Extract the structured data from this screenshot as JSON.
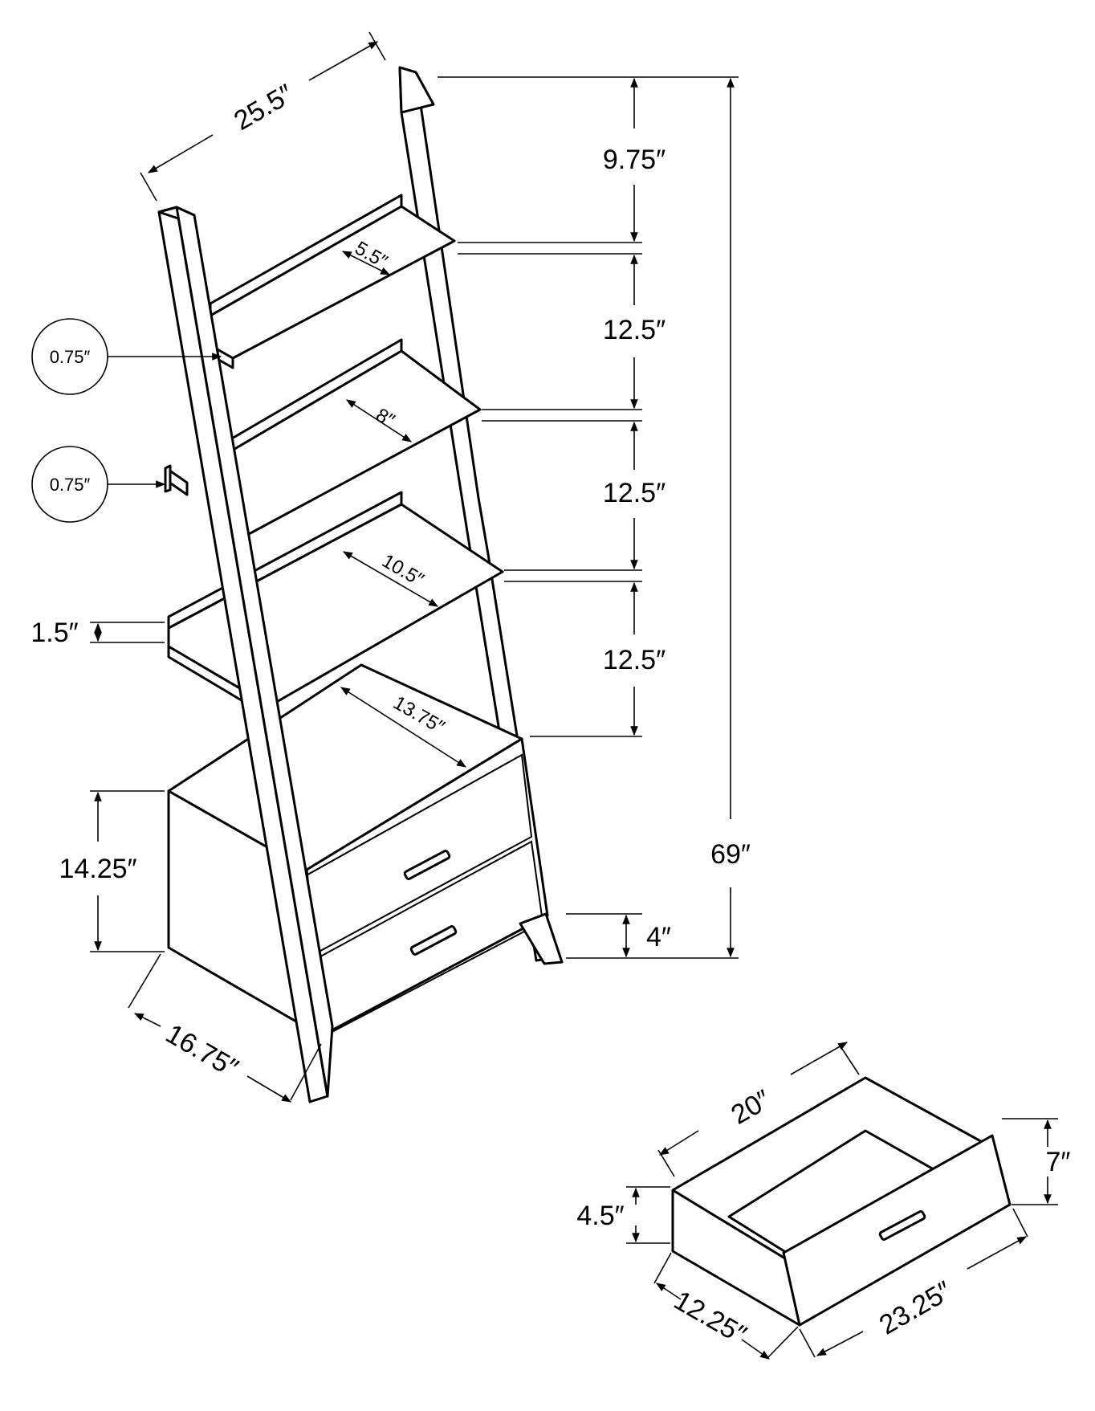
{
  "diagram": {
    "bookcase": {
      "overall_width": "25.5″",
      "overall_height": "69″",
      "shelf_spacing_top": "9.75″",
      "shelf_spacing_1": "12.5″",
      "shelf_spacing_2": "12.5″",
      "shelf_spacing_3": "12.5″",
      "shelf_depth_1": "5.5″",
      "shelf_depth_2": "8″",
      "shelf_depth_3": "10.5″",
      "shelf_depth_4": "13.75″",
      "rail_thickness_1": "0.75″",
      "rail_thickness_2": "0.75″",
      "lip_height": "1.5″",
      "cabinet_height": "14.25″",
      "base_clearance": "4″",
      "cabinet_depth": "16.75″"
    },
    "drawer": {
      "width": "20″",
      "front_height": "7″",
      "box_height": "4.5″",
      "depth": "12.25″",
      "front_width": "23.25″"
    }
  }
}
